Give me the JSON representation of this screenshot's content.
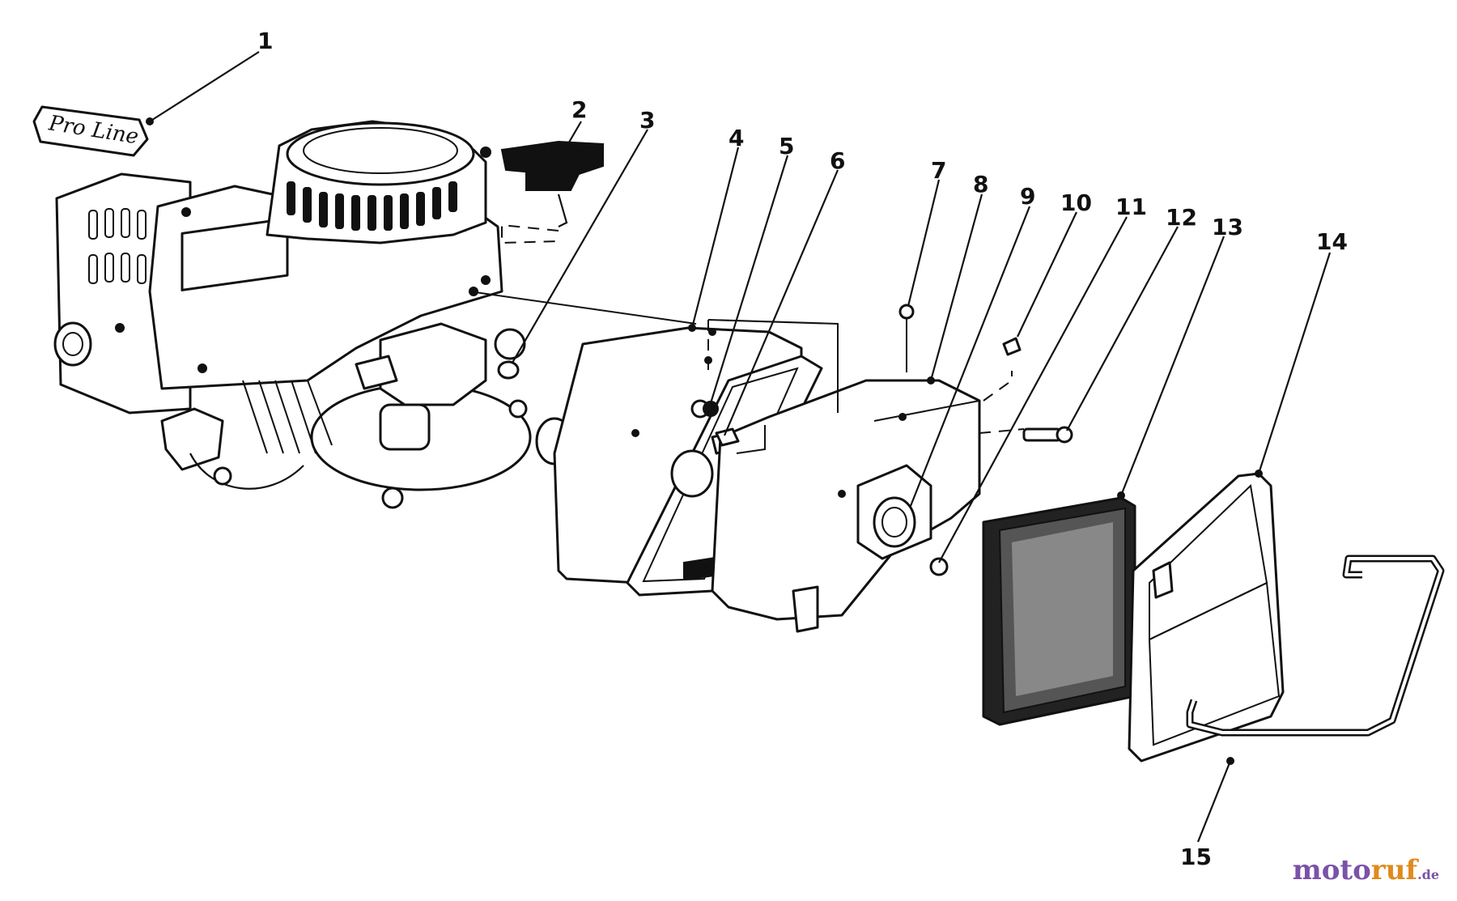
{
  "diagram": {
    "label_text": "Pro Line",
    "callouts": [
      "1",
      "2",
      "3",
      "4",
      "5",
      "6",
      "7",
      "8",
      "9",
      "10",
      "11",
      "12",
      "13",
      "14",
      "15"
    ]
  },
  "watermark": {
    "part1": "moto",
    "part2": "ruf",
    "part3": ".de"
  }
}
